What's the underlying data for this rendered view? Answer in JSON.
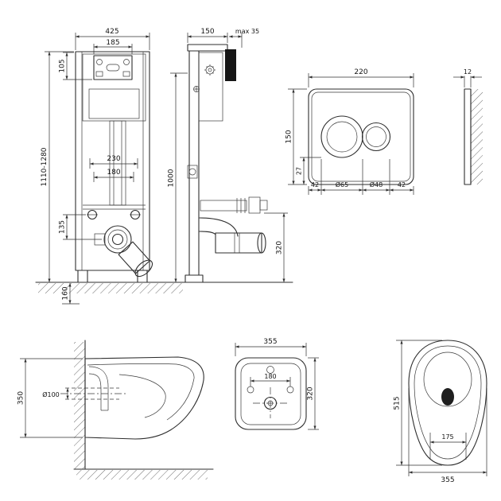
{
  "colors": {
    "line": "#2e2e2e",
    "dark_fill": "#161616",
    "background": "#ffffff"
  },
  "views": {
    "frame_front": {
      "dims": {
        "width": "425",
        "plate_width": "185",
        "plate_height": "105",
        "height_range": "1110-1280",
        "bolt_spacing_outer": "230",
        "bolt_spacing_inner": "180",
        "bracket_to_drain": "135",
        "below_floor": "160"
      }
    },
    "frame_side": {
      "dims": {
        "depth": "150",
        "wall_offset": "max 35",
        "height": "1000",
        "outlet_height": "320"
      }
    },
    "flush_plate": {
      "dims": {
        "width": "220",
        "height": "150",
        "button_offset": "27",
        "edge_left": "42",
        "big_button_dia": "Ø65",
        "small_button_dia": "Ø48",
        "edge_right": "42",
        "thickness": "12"
      }
    },
    "bowl_side": {
      "dims": {
        "height": "350",
        "outlet_dia": "Ø100"
      }
    },
    "bowl_top": {
      "dims": {
        "width": "355",
        "hole_spacing": "180",
        "depth": "320"
      }
    },
    "bowl_front": {
      "dims": {
        "height": "515",
        "base_width": "175",
        "width": "355"
      }
    }
  }
}
